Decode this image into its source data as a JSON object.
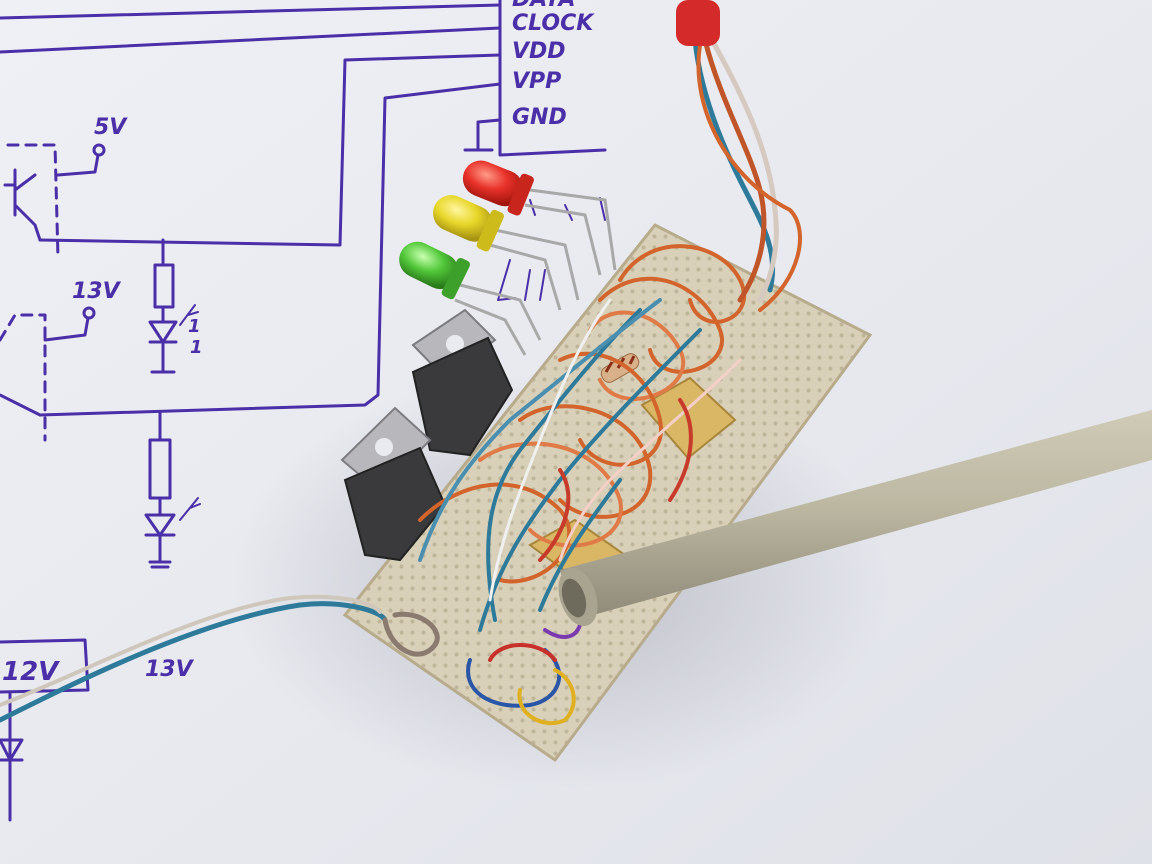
{
  "photo": {
    "subject": "hand-built stripboard circuit with LEDs, voltage regulators and wiring on top of a hand-drawn schematic",
    "colors": {
      "paper": "#e9ebf1",
      "ink": "#4a2fa8",
      "board": "#d8d0b8",
      "led_red": "#e8322a",
      "led_yellow": "#e8d72a",
      "led_green": "#52c83a",
      "regulator": "#3a3a3c",
      "cable": "#b7b29c",
      "wire_orange": "#d2642c",
      "wire_blue": "#2e7a9a"
    }
  },
  "schematic": {
    "pins": [
      "DATA",
      "CLOCK",
      "VDD",
      "VPP",
      "GND"
    ],
    "voltages": {
      "v5": "5V",
      "v13_upper": "13V",
      "v12": "12V",
      "v13_lower": "13V"
    },
    "marks": [
      "1",
      "1"
    ]
  }
}
